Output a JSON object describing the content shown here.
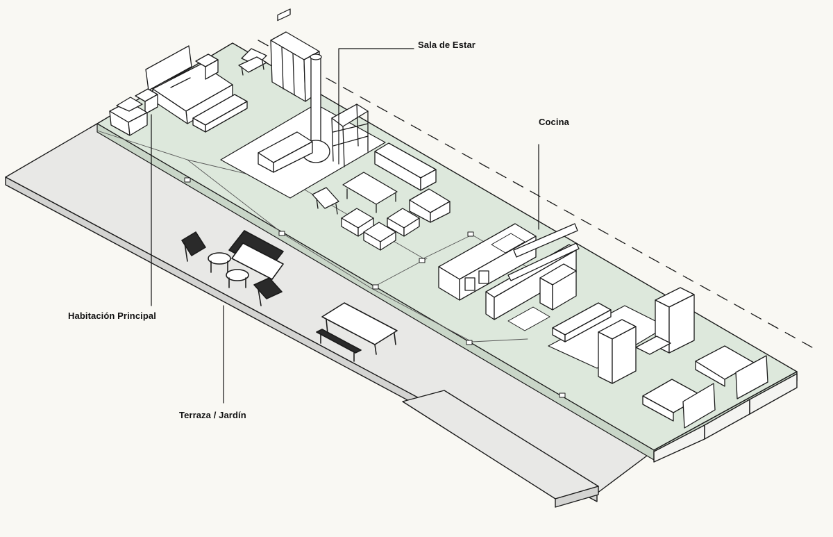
{
  "labels": {
    "sala": "Sala de Estar",
    "cocina": "Cocina",
    "habitacion": "Habitación Principal",
    "terraza": "Terraza / Jardín"
  },
  "colors": {
    "background": "#f9f8f3",
    "interior_floor": "#dde8dc",
    "terrace_floor": "#e8e8e6",
    "line": "#1a1a1a",
    "furniture": "#ffffff"
  }
}
